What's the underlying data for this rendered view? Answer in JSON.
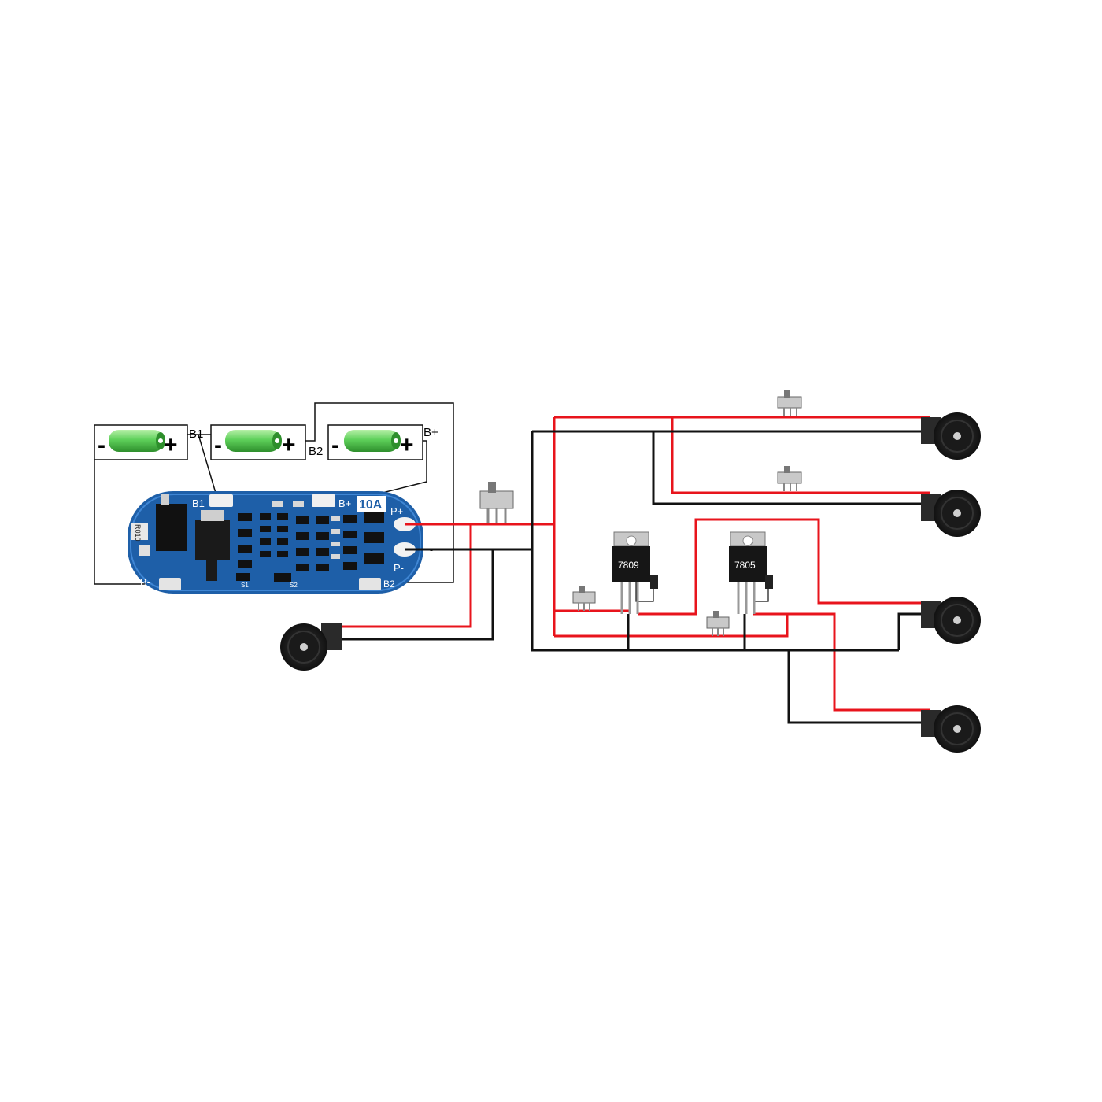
{
  "cells": [
    {
      "minus": "-",
      "plus": "+"
    },
    {
      "minus": "-",
      "plus": "+"
    },
    {
      "minus": "-",
      "plus": "+"
    }
  ],
  "terminals": {
    "b1": "B1",
    "b2": "B2",
    "bplus": "B+"
  },
  "bms": {
    "rating": "10A",
    "b1": "B1",
    "bplus": "B+",
    "pplus": "P+",
    "pminus": "P-",
    "bminus": "B-",
    "b2": "B2",
    "s1": "S1",
    "s2": "S2",
    "r010": "R010"
  },
  "regulators": {
    "r1": "7809",
    "r2": "7805"
  },
  "colors": {
    "positive_wire": "#e8141c",
    "negative_wire": "#111111",
    "pcb": "#1e5fa8",
    "cell": "#5ed05a"
  }
}
